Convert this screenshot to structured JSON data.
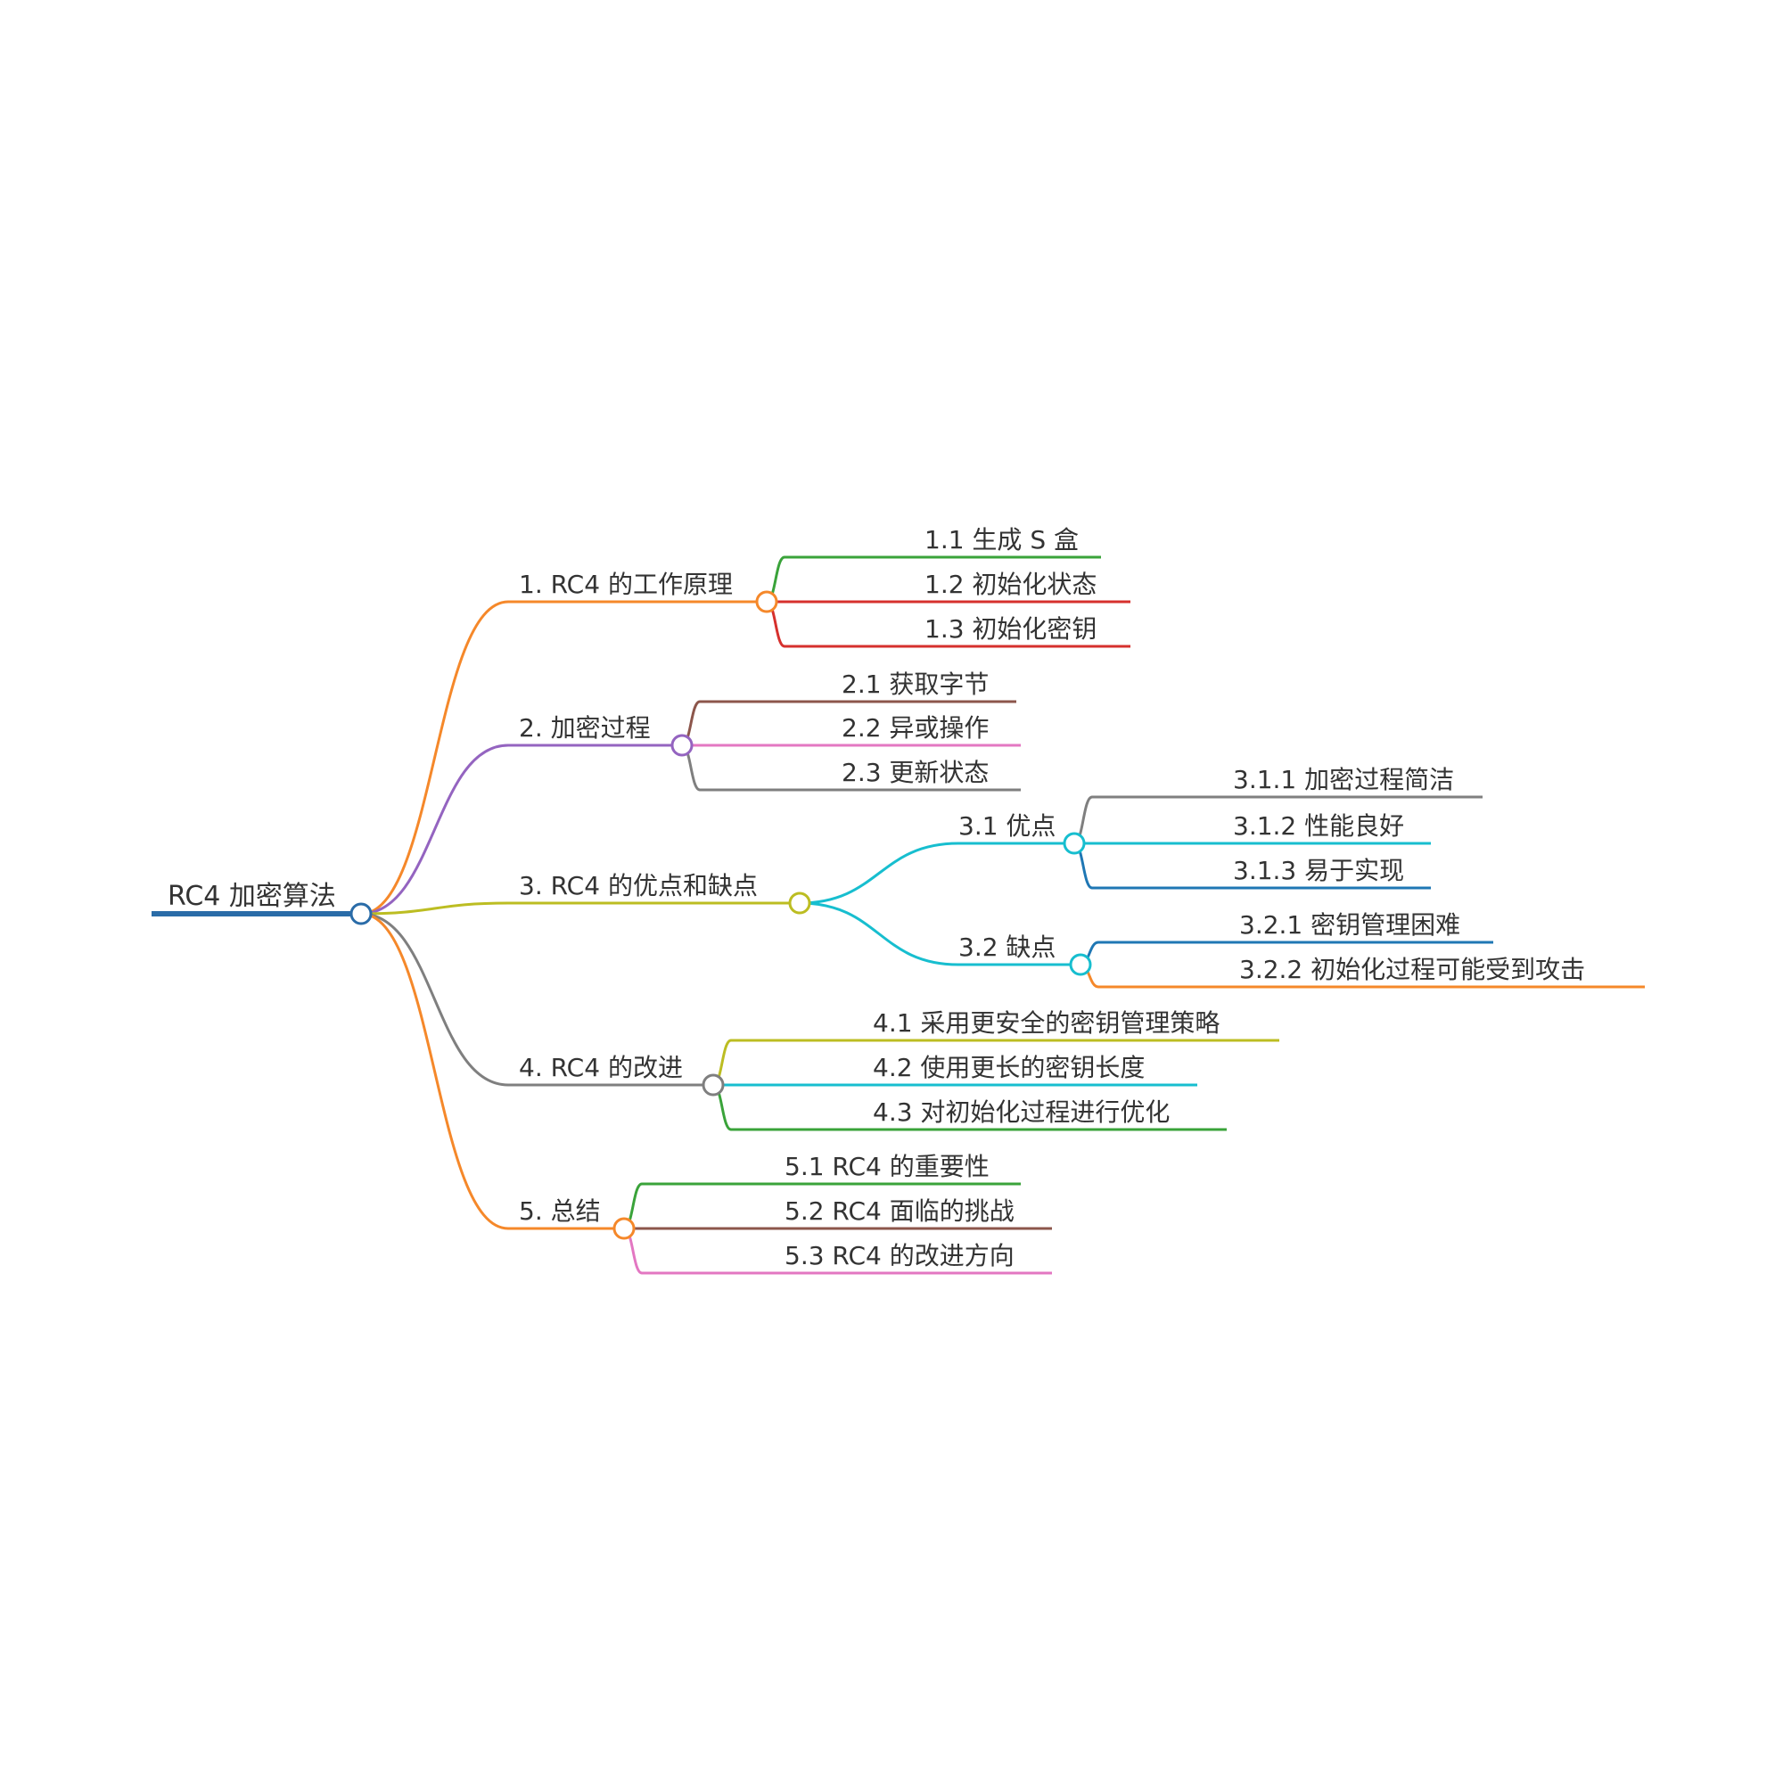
{
  "root": {
    "label": "RC4 加密算法",
    "color": "#2a6ca8"
  },
  "branches": [
    {
      "label": "1. RC4 的工作原理",
      "color": "#f5882a",
      "children": [
        {
          "label": "1.1 生成 S 盒",
          "color": "#3aa33a"
        },
        {
          "label": "1.2 初始化状态",
          "color": "#d6302d"
        },
        {
          "label": "1.3 初始化密钥",
          "color": "#d6302d"
        }
      ]
    },
    {
      "label": "2. 加密过程",
      "color": "#9464c0",
      "children": [
        {
          "label": "2.1 获取字节",
          "color": "#8c564b"
        },
        {
          "label": "2.2 异或操作",
          "color": "#e377c2"
        },
        {
          "label": "2.3 更新状态",
          "color": "#7f7f7f"
        }
      ]
    },
    {
      "label": "3. RC4 的优点和缺点",
      "color": "#bcbd22",
      "children": [
        {
          "label": "3.1 优点",
          "color": "#17becf",
          "children": [
            {
              "label": "3.1.1 加密过程简洁",
              "color": "#7f7f7f"
            },
            {
              "label": "3.1.2 性能良好",
              "color": "#17becf"
            },
            {
              "label": "3.1.3 易于实现",
              "color": "#1f77b4"
            }
          ]
        },
        {
          "label": "3.2 缺点",
          "color": "#17becf",
          "children": [
            {
              "label": "3.2.1 密钥管理困难",
              "color": "#1f77b4"
            },
            {
              "label": "3.2.2 初始化过程可能受到攻击",
              "color": "#f5882a"
            }
          ]
        }
      ]
    },
    {
      "label": "4. RC4 的改进",
      "color": "#7f7f7f",
      "children": [
        {
          "label": "4.1 采用更安全的密钥管理策略",
          "color": "#bcbd22"
        },
        {
          "label": "4.2 使用更长的密钥长度",
          "color": "#17becf"
        },
        {
          "label": "4.3 对初始化过程进行优化",
          "color": "#3aa33a"
        }
      ]
    },
    {
      "label": "5. 总结",
      "color": "#f5882a",
      "children": [
        {
          "label": "5.1 RC4 的重要性",
          "color": "#3aa33a"
        },
        {
          "label": "5.2 RC4 面临的挑战",
          "color": "#8c564b"
        },
        {
          "label": "5.3 RC4 的改进方向",
          "color": "#e377c2"
        }
      ]
    }
  ]
}
